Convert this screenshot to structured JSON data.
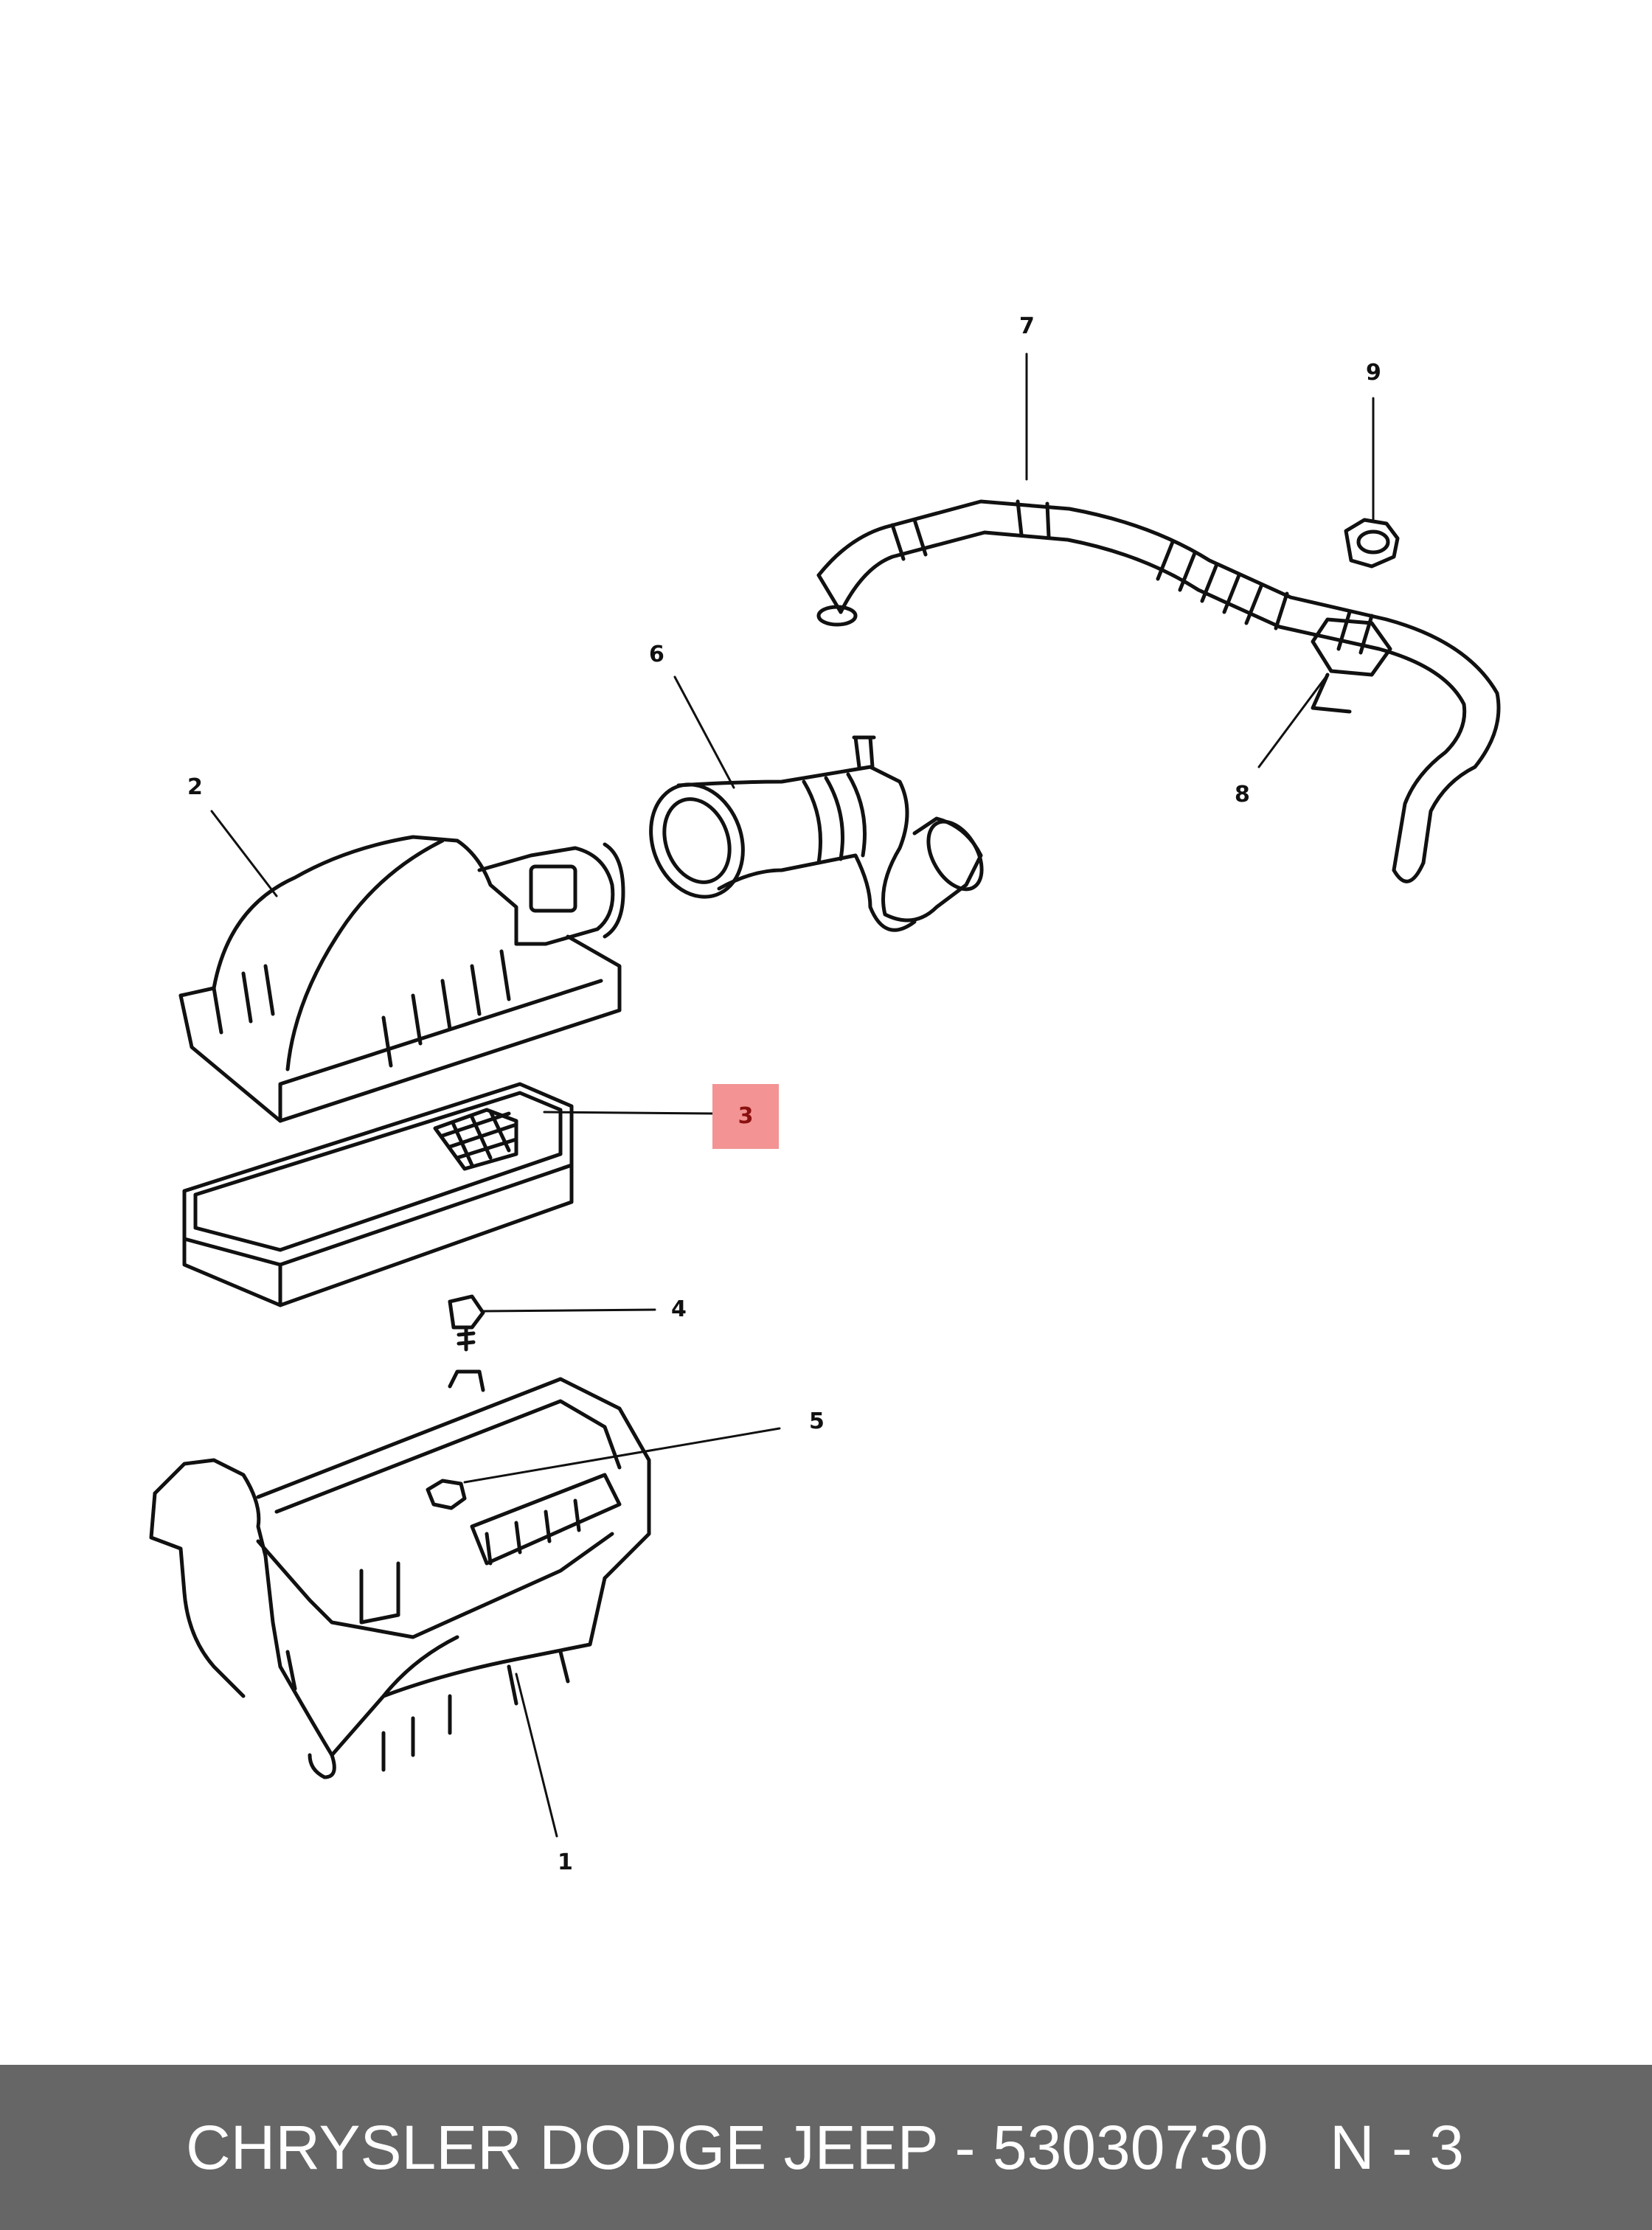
{
  "callouts": {
    "c1": "1",
    "c2": "2",
    "c3": "3",
    "c4": "4",
    "c5": "5",
    "c6": "6",
    "c7": "7",
    "c8": "8",
    "c9": "9"
  },
  "highlight": {
    "color": "#f39393",
    "part": "3"
  },
  "footer": {
    "brand_part": "CHRYSLER DODGE JEEP - 53030730",
    "page_code": "N - 3",
    "background": "#666666",
    "text_color": "#ffffff"
  }
}
